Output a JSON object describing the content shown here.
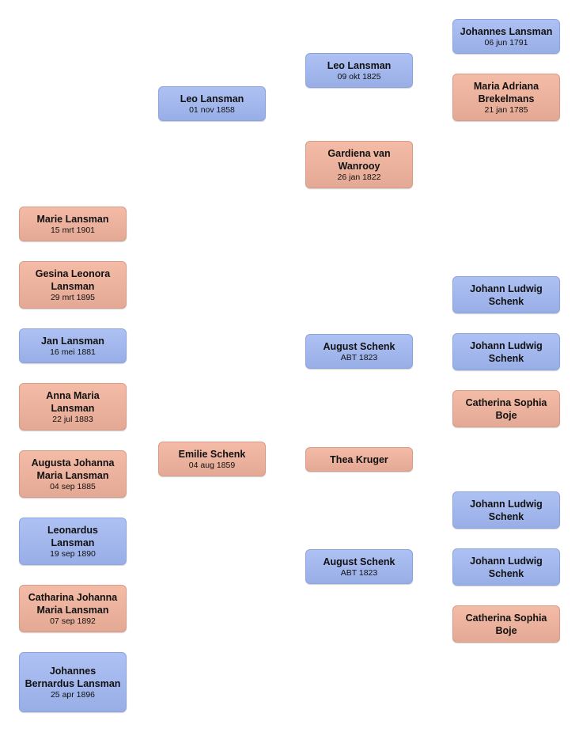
{
  "children": [
    {
      "name": "Marie Lansman",
      "date": "15 mrt 1901",
      "sex": "female"
    },
    {
      "name": "Gesina Leonora Lansman",
      "date": "29 mrt 1895",
      "sex": "female"
    },
    {
      "name": "Jan Lansman",
      "date": "16 mei 1881",
      "sex": "male"
    },
    {
      "name": "Anna Maria Lansman",
      "date": "22 jul 1883",
      "sex": "female"
    },
    {
      "name": "Augusta Johanna Maria Lansman",
      "date": "04 sep 1885",
      "sex": "female"
    },
    {
      "name": "Leonardus Lansman",
      "date": "19 sep 1890",
      "sex": "male"
    },
    {
      "name": "Catharina Johanna Maria Lansman",
      "date": "07 sep 1892",
      "sex": "female"
    },
    {
      "name": "Johannes Bernardus Lansman",
      "date": "25 apr 1896",
      "sex": "male"
    }
  ],
  "parents": [
    {
      "name": "Leo Lansman",
      "date": "01 nov 1858",
      "sex": "male"
    },
    {
      "name": "Emilie Schenk",
      "date": "04 aug 1859",
      "sex": "female"
    }
  ],
  "grandparents": [
    {
      "name": "Leo Lansman",
      "date": "09 okt 1825",
      "sex": "male"
    },
    {
      "name": "Gardiena van Wanrooy",
      "date": "26 jan 1822",
      "sex": "female"
    },
    {
      "name": "August Schenk",
      "date": "ABT 1823",
      "sex": "male"
    },
    {
      "name": "Thea Kruger",
      "date": "",
      "sex": "female"
    },
    {
      "name": "August Schenk",
      "date": "ABT 1823",
      "sex": "male"
    }
  ],
  "great_grandparents": [
    {
      "name": "Johannes Lansman",
      "date": "06 jun 1791",
      "sex": "male"
    },
    {
      "name": "Maria Adriana Brekelmans",
      "date": "21 jan 1785",
      "sex": "female"
    },
    {
      "name": "Johann Ludwig Schenk",
      "date": "",
      "sex": "male"
    },
    {
      "name": "Johann Ludwig Schenk",
      "date": "",
      "sex": "male"
    },
    {
      "name": "Catherina Sophia Boje",
      "date": "",
      "sex": "female"
    },
    {
      "name": "Johann Ludwig Schenk",
      "date": "",
      "sex": "male"
    },
    {
      "name": "Johann Ludwig Schenk",
      "date": "",
      "sex": "male"
    },
    {
      "name": "Catherina Sophia Boje",
      "date": "",
      "sex": "female"
    }
  ]
}
